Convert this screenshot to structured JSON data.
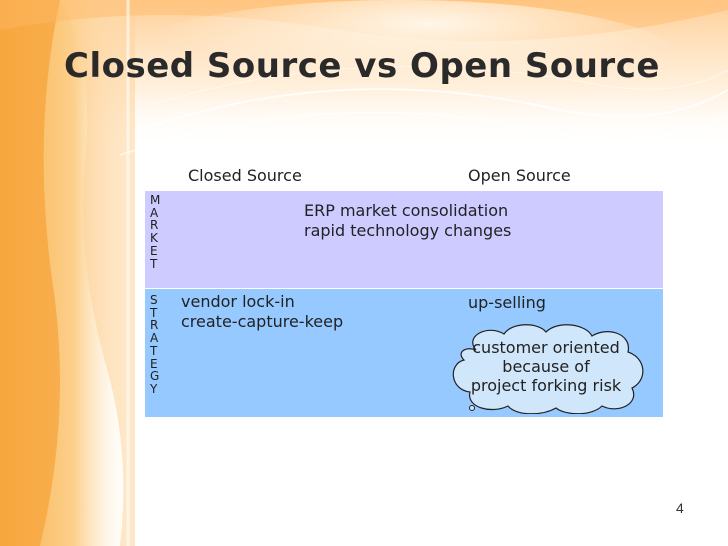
{
  "slide": {
    "title": "Closed Source vs Open Source",
    "page_number": "4"
  },
  "table": {
    "headers": {
      "closed": "Closed Source",
      "open": "Open Source"
    },
    "rows": {
      "market": {
        "label_letters": [
          "M",
          "A",
          "R",
          "K",
          "E",
          "T"
        ],
        "shared_lines": [
          "ERP market consolidation",
          "rapid technology changes"
        ]
      },
      "strategy": {
        "label_letters": [
          "S",
          "T",
          "R",
          "A",
          "T",
          "E",
          "G",
          "Y"
        ],
        "closed_lines": [
          "vendor lock-in",
          "create-capture-keep"
        ],
        "open_line": "up-selling",
        "cloud_lines": [
          "customer oriented",
          "because of",
          "project forking risk"
        ]
      }
    }
  },
  "colors": {
    "market_band": "#cdcbff",
    "strategy_band": "#96c9ff",
    "background_orange": "#f7941d"
  }
}
